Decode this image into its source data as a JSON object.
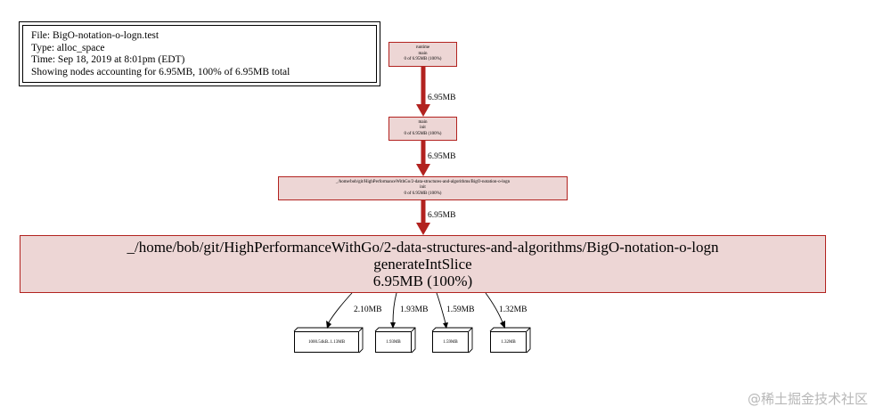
{
  "legend": {
    "file": "File: BigO-notation-o-logn.test",
    "type": "Type: alloc_space",
    "time": "Time: Sep 18, 2019 at 8:01pm (EDT)",
    "showing": "Showing nodes accounting for 6.95MB, 100% of 6.95MB total"
  },
  "nodes": {
    "runtime": {
      "line1": "runtime",
      "line2": "main",
      "line3": "0 of 6.95MB (100%)"
    },
    "main": {
      "line1": "main",
      "line2": "init",
      "line3": "0 of 6.95MB (100%)"
    },
    "pkg_init": {
      "line1": "_/home/bob/git/HighPerformanceWithGo/2-data-structures-and-algorithms/BigO-notation-o-logn",
      "line2": "init",
      "line3": "0 of 6.95MB (100%)"
    },
    "generate": {
      "line1": "_/home/bob/git/HighPerformanceWithGo/2-data-structures-and-algorithms/BigO-notation-o-logn",
      "line2": "generateIntSlice",
      "line3": "6.95MB (100%)"
    }
  },
  "edges": {
    "e1": "6.95MB",
    "e2": "6.95MB",
    "e3": "6.95MB"
  },
  "allocs": [
    {
      "edge": "2.10MB",
      "tag": "1000.54kB..1.13MB"
    },
    {
      "edge": "1.93MB",
      "tag": "1.93MB"
    },
    {
      "edge": "1.59MB",
      "tag": "1.59MB"
    },
    {
      "edge": "1.32MB",
      "tag": "1.32MB"
    }
  ],
  "colors": {
    "edge_heavy": "#b2221f",
    "node_fill": "#edd6d5",
    "node_border": "#b2221f"
  },
  "watermark": "@稀土掘金技术社区"
}
